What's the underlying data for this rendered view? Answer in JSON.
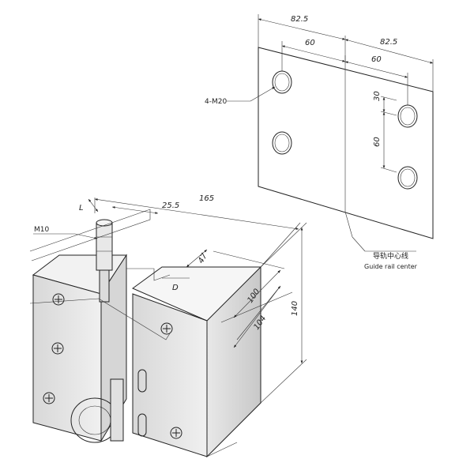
{
  "plate": {
    "dims": {
      "overall_left": "82.5",
      "overall_right": "82.5",
      "hole_left": "60",
      "hole_right": "60",
      "vert_top": "30",
      "vert_mid": "60"
    },
    "hole_label": "4-M20",
    "center_label_cn": "导轨中心线",
    "center_label_en": "Guide rail center"
  },
  "body": {
    "dims": {
      "length": "165",
      "width_a": "100",
      "width_b": "104",
      "height": "140",
      "offset": "25.5",
      "depth": "47",
      "l": "L",
      "d": "D"
    },
    "bolt_label": "M10"
  }
}
